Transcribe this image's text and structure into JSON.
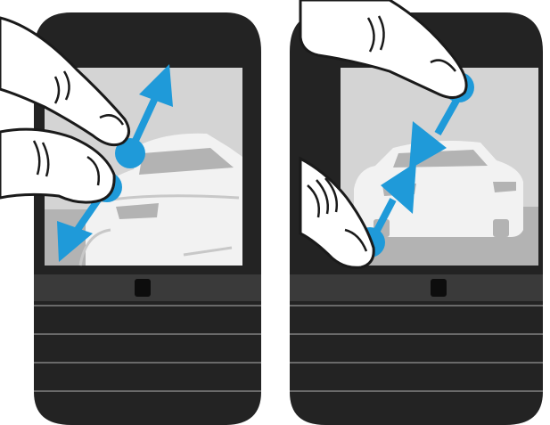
{
  "panels": [
    {
      "gesture": "pinch-open",
      "meaning": "zoom-in",
      "touch_points": 2,
      "arrow_direction": "outward"
    },
    {
      "gesture": "pinch-close",
      "meaning": "zoom-out",
      "touch_points": 2,
      "arrow_direction": "inward"
    }
  ],
  "colors": {
    "device_body": "#232323",
    "screen_background": "#d4d4d4",
    "screen_floor": "#b3b3b3",
    "car": "#f2f2f2",
    "gesture_accent": "#1f9ad9",
    "finger_fill": "#ffffff",
    "finger_outline": "#1a1a1a",
    "keyboard_line": "#6a6a6a"
  },
  "icons": {
    "touch_point": "touch-dot-icon",
    "arrow_out": "arrow-outward-icon",
    "arrow_in": "arrow-inward-icon",
    "hand": "hand-icon",
    "car": "car-illustration"
  }
}
